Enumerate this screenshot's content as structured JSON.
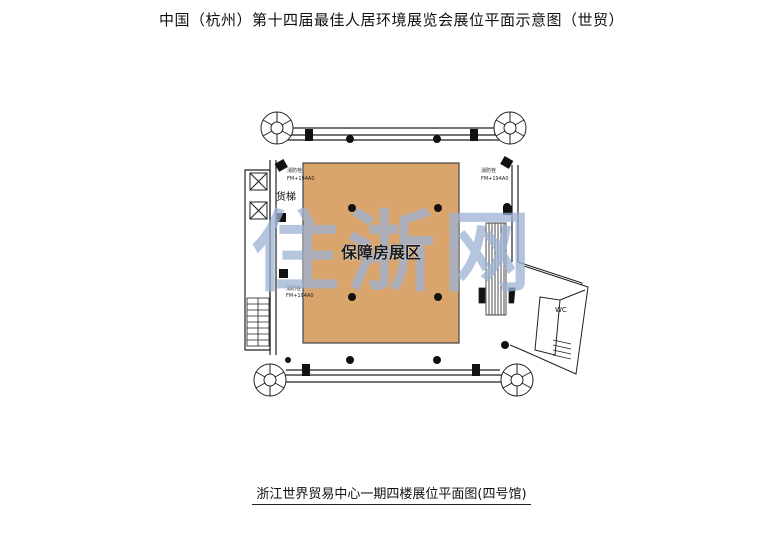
{
  "page": {
    "title": "中国（杭州）第十四届最佳人居环境展览会展位平面示意图（世贸）"
  },
  "plan": {
    "hall_area": "保障房展区",
    "freight_elevator": "货梯",
    "wc": "WC",
    "watermark": "住浙网",
    "door_label": "消防栓",
    "door_size": "FM+194A0",
    "colors": {
      "hall_fill": "#D9A56C",
      "hall_border": "#444444",
      "watermark": "#9DB2D4"
    }
  },
  "caption": "浙江世界贸易中心一期四楼展位平面图(四号馆)"
}
